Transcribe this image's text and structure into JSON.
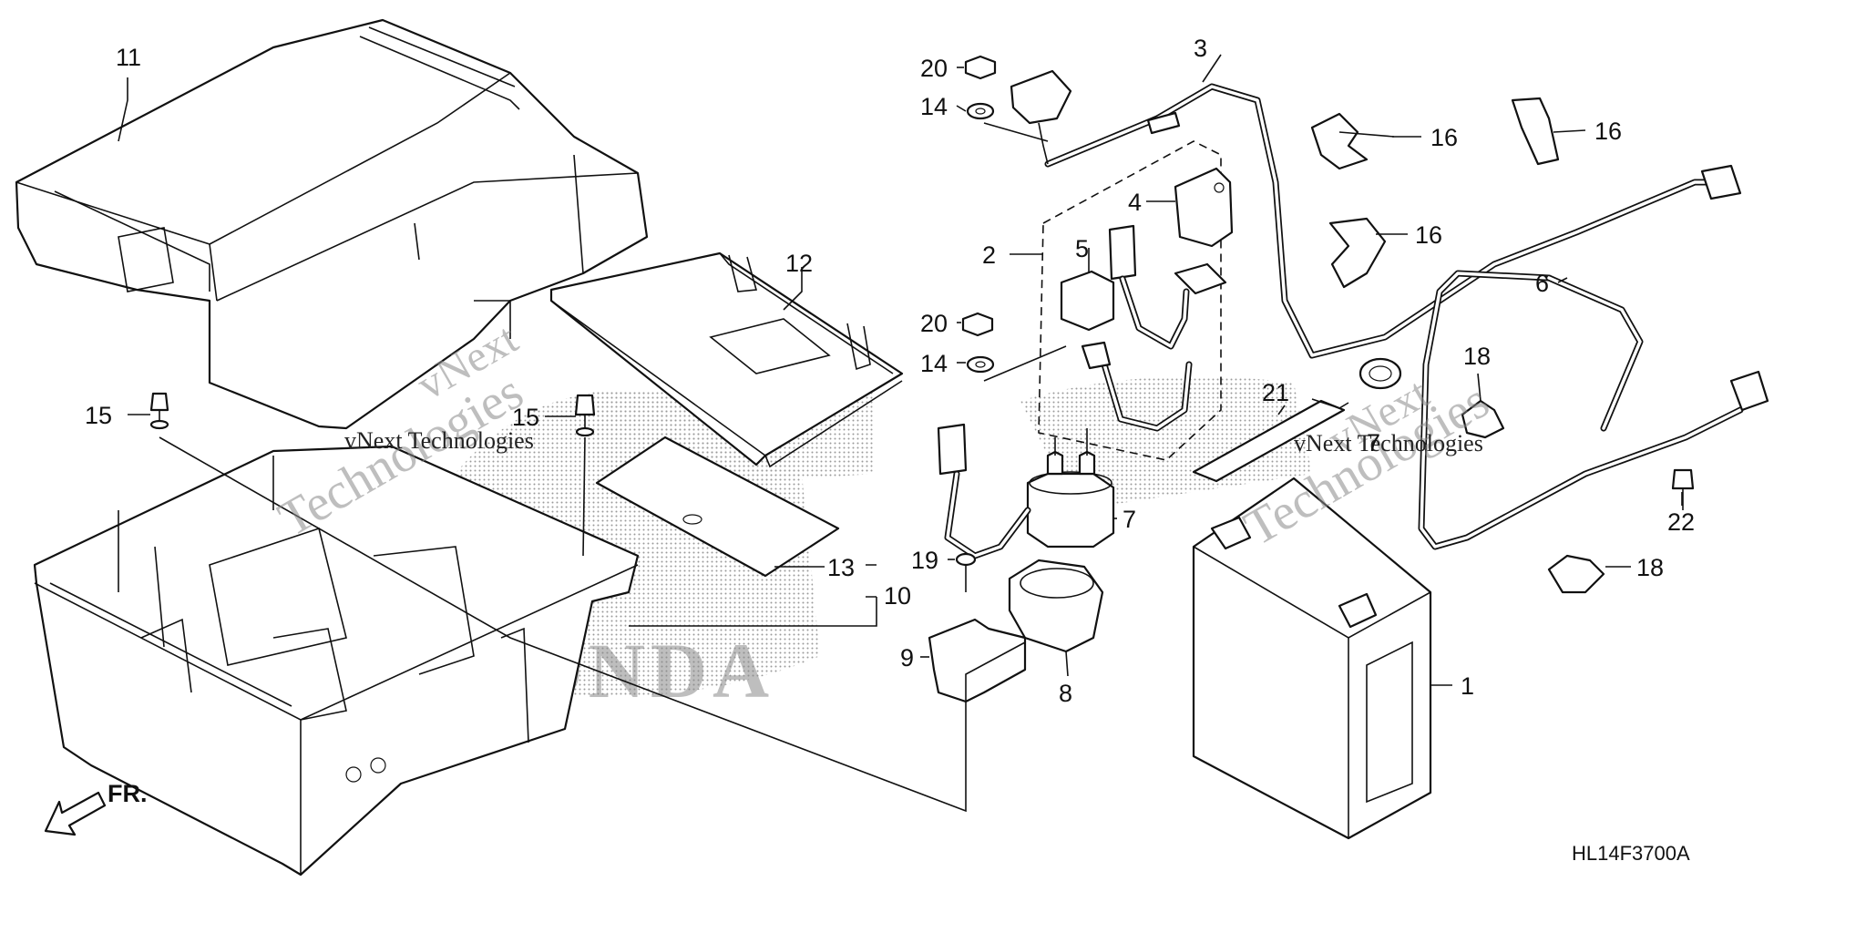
{
  "diagram": {
    "code": "HL14F3700A",
    "front_label": "FR.",
    "brand_mark": "HONDA",
    "watermark": {
      "brand": "vNext",
      "line": "Technologies",
      "inline_left": "vNext  Technologies",
      "inline_right": "vNext Technologies"
    },
    "callouts": [
      {
        "id": "c1",
        "label": "1"
      },
      {
        "id": "c2",
        "label": "2"
      },
      {
        "id": "c3",
        "label": "3"
      },
      {
        "id": "c4",
        "label": "4"
      },
      {
        "id": "c5",
        "label": "5"
      },
      {
        "id": "c6",
        "label": "6"
      },
      {
        "id": "c7a",
        "label": "7"
      },
      {
        "id": "c7b",
        "label": "7"
      },
      {
        "id": "c8",
        "label": "8"
      },
      {
        "id": "c9",
        "label": "9"
      },
      {
        "id": "c10",
        "label": "10"
      },
      {
        "id": "c11",
        "label": "11"
      },
      {
        "id": "c12",
        "label": "12"
      },
      {
        "id": "c13",
        "label": "13"
      },
      {
        "id": "c14a",
        "label": "14"
      },
      {
        "id": "c14b",
        "label": "14"
      },
      {
        "id": "c15a",
        "label": "15"
      },
      {
        "id": "c15b",
        "label": "15"
      },
      {
        "id": "c16a",
        "label": "16"
      },
      {
        "id": "c16b",
        "label": "16"
      },
      {
        "id": "c16c",
        "label": "16"
      },
      {
        "id": "c18a",
        "label": "18"
      },
      {
        "id": "c18b",
        "label": "18"
      },
      {
        "id": "c19",
        "label": "19"
      },
      {
        "id": "c20a",
        "label": "20"
      },
      {
        "id": "c20b",
        "label": "20"
      },
      {
        "id": "c21",
        "label": "21"
      },
      {
        "id": "c22",
        "label": "22"
      }
    ]
  }
}
